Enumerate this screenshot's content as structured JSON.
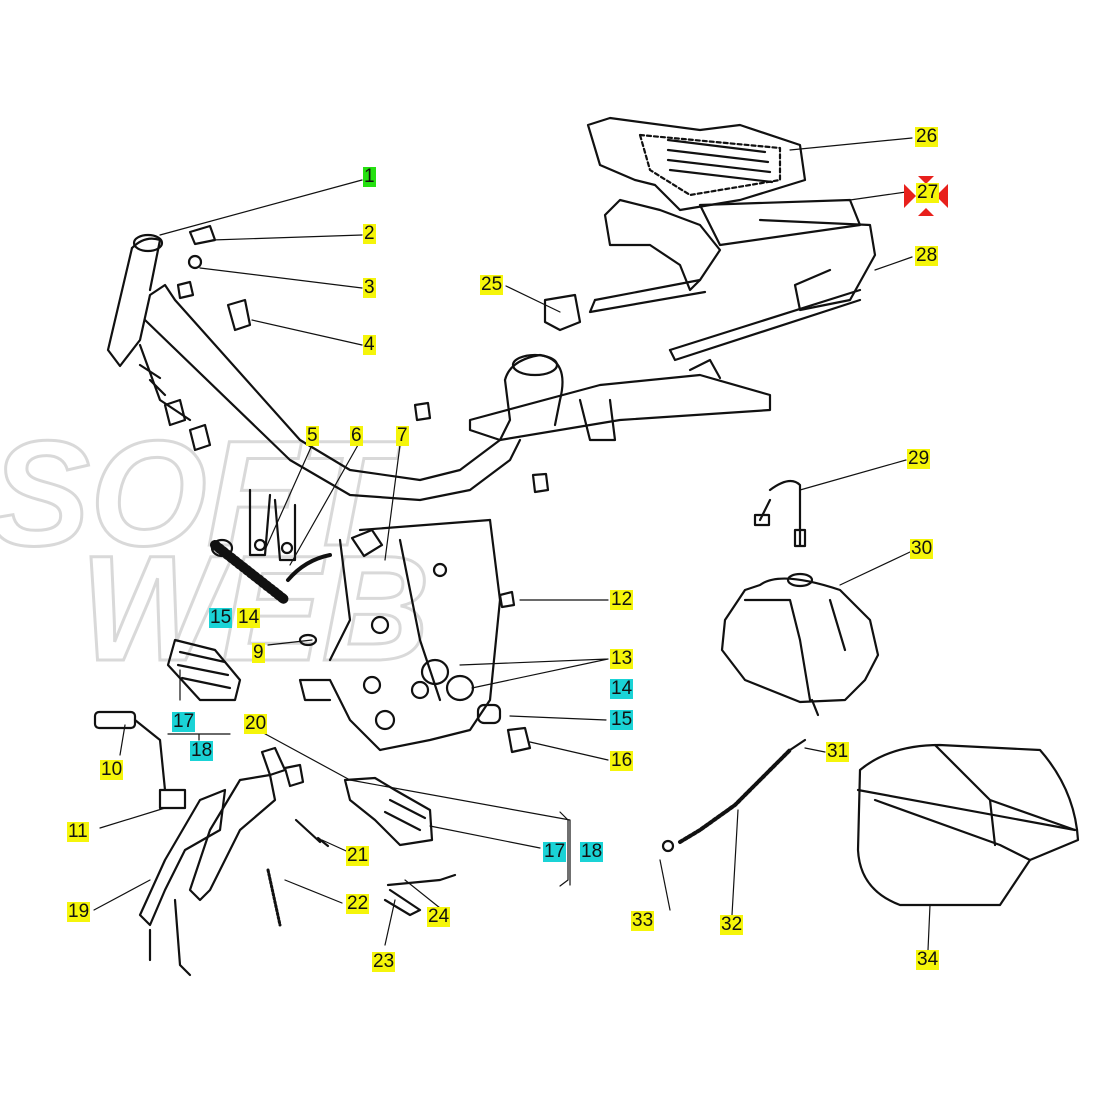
{
  "watermark": {
    "line1": "SOFT",
    "line2": "WEB"
  },
  "callouts": {
    "c1": "1",
    "c2": "2",
    "c3": "3",
    "c4": "4",
    "c5": "5",
    "c6": "6",
    "c7": "7",
    "c9": "9",
    "c10": "10",
    "c11": "11",
    "c12": "12",
    "c13": "13",
    "c14a": "14",
    "c14b": "14",
    "c15a": "15",
    "c15b": "15",
    "c16": "16",
    "c17a": "17",
    "c17b": "17",
    "c18a": "18",
    "c18b": "18",
    "c19": "19",
    "c20": "20",
    "c21": "21",
    "c22": "22",
    "c23": "23",
    "c24": "24",
    "c25": "25",
    "c26": "26",
    "c27": "27",
    "c28": "28",
    "c29": "29",
    "c30": "30",
    "c31": "31",
    "c32": "32",
    "c33": "33",
    "c34": "34"
  },
  "highlight_colors": {
    "yellow": "#f5f50a",
    "cyan": "#1ad3d6",
    "green": "#25e010",
    "selected_marker": "#e8201c"
  },
  "selected_part": "27"
}
